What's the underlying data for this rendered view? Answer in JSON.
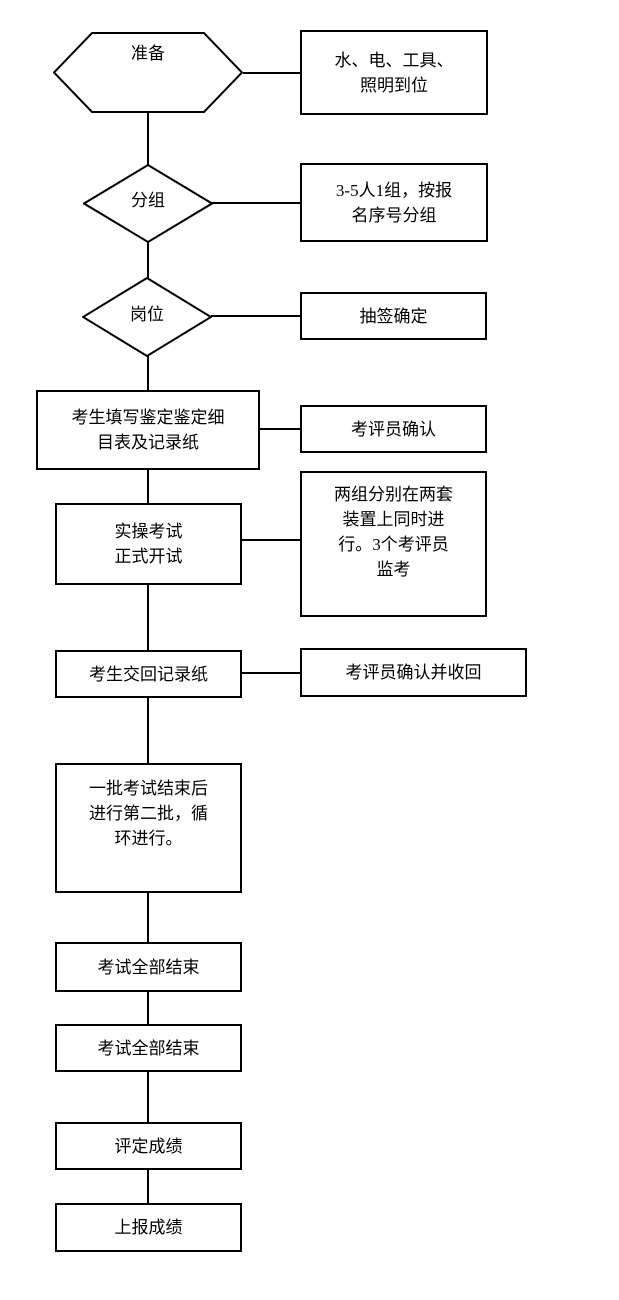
{
  "flowchart": {
    "background": "#ffffff",
    "line_color": "#000000",
    "nodes": [
      {
        "id": "prepare",
        "shape": "hexagon",
        "label": "准备"
      },
      {
        "id": "prepare-note",
        "shape": "rect",
        "label": "水、电、工具、\n照明到位"
      },
      {
        "id": "grouping",
        "shape": "diamond",
        "label": "分组"
      },
      {
        "id": "grouping-note",
        "shape": "rect",
        "label": "3-5人1组，按报\n名序号分组"
      },
      {
        "id": "position",
        "shape": "diamond",
        "label": "岗位"
      },
      {
        "id": "position-note",
        "shape": "rect",
        "label": "抽签确定"
      },
      {
        "id": "fill-form",
        "shape": "rect",
        "label": "考生填写鉴定鉴定细\n目表及记录纸"
      },
      {
        "id": "fill-form-note",
        "shape": "rect",
        "label": "考评员确认"
      },
      {
        "id": "exam-start",
        "shape": "rect",
        "label": "实操考试\n正式开试"
      },
      {
        "id": "exam-start-note",
        "shape": "rect",
        "label": "两组分别在两套\n装置上同时进\n行。3个考评员\n监考"
      },
      {
        "id": "return-paper",
        "shape": "rect",
        "label": "考生交回记录纸"
      },
      {
        "id": "return-paper-note",
        "shape": "rect",
        "label": "考评员确认并收回"
      },
      {
        "id": "batch-cycle",
        "shape": "rect",
        "label": "一批考试结束后\n进行第二批，循\n环进行。"
      },
      {
        "id": "exam-end-1",
        "shape": "rect",
        "label": "考试全部结束"
      },
      {
        "id": "exam-end-2",
        "shape": "rect",
        "label": "考试全部结束"
      },
      {
        "id": "grade",
        "shape": "rect",
        "label": "评定成绩"
      },
      {
        "id": "report",
        "shape": "rect",
        "label": "上报成绩"
      }
    ],
    "edges": [
      {
        "from": "prepare",
        "to": "prepare-note",
        "type": "horizontal"
      },
      {
        "from": "prepare",
        "to": "grouping",
        "type": "vertical"
      },
      {
        "from": "grouping",
        "to": "grouping-note",
        "type": "horizontal"
      },
      {
        "from": "grouping",
        "to": "position",
        "type": "vertical"
      },
      {
        "from": "position",
        "to": "position-note",
        "type": "horizontal"
      },
      {
        "from": "position",
        "to": "fill-form",
        "type": "vertical"
      },
      {
        "from": "fill-form",
        "to": "fill-form-note",
        "type": "horizontal"
      },
      {
        "from": "fill-form",
        "to": "exam-start",
        "type": "vertical"
      },
      {
        "from": "exam-start",
        "to": "exam-start-note",
        "type": "horizontal"
      },
      {
        "from": "exam-start",
        "to": "return-paper",
        "type": "vertical"
      },
      {
        "from": "return-paper",
        "to": "return-paper-note",
        "type": "horizontal"
      },
      {
        "from": "return-paper",
        "to": "batch-cycle",
        "type": "vertical"
      },
      {
        "from": "batch-cycle",
        "to": "exam-end-1",
        "type": "vertical"
      },
      {
        "from": "exam-end-1",
        "to": "exam-end-2",
        "type": "vertical"
      },
      {
        "from": "exam-end-2",
        "to": "grade",
        "type": "vertical"
      },
      {
        "from": "grade",
        "to": "report",
        "type": "vertical"
      }
    ]
  }
}
